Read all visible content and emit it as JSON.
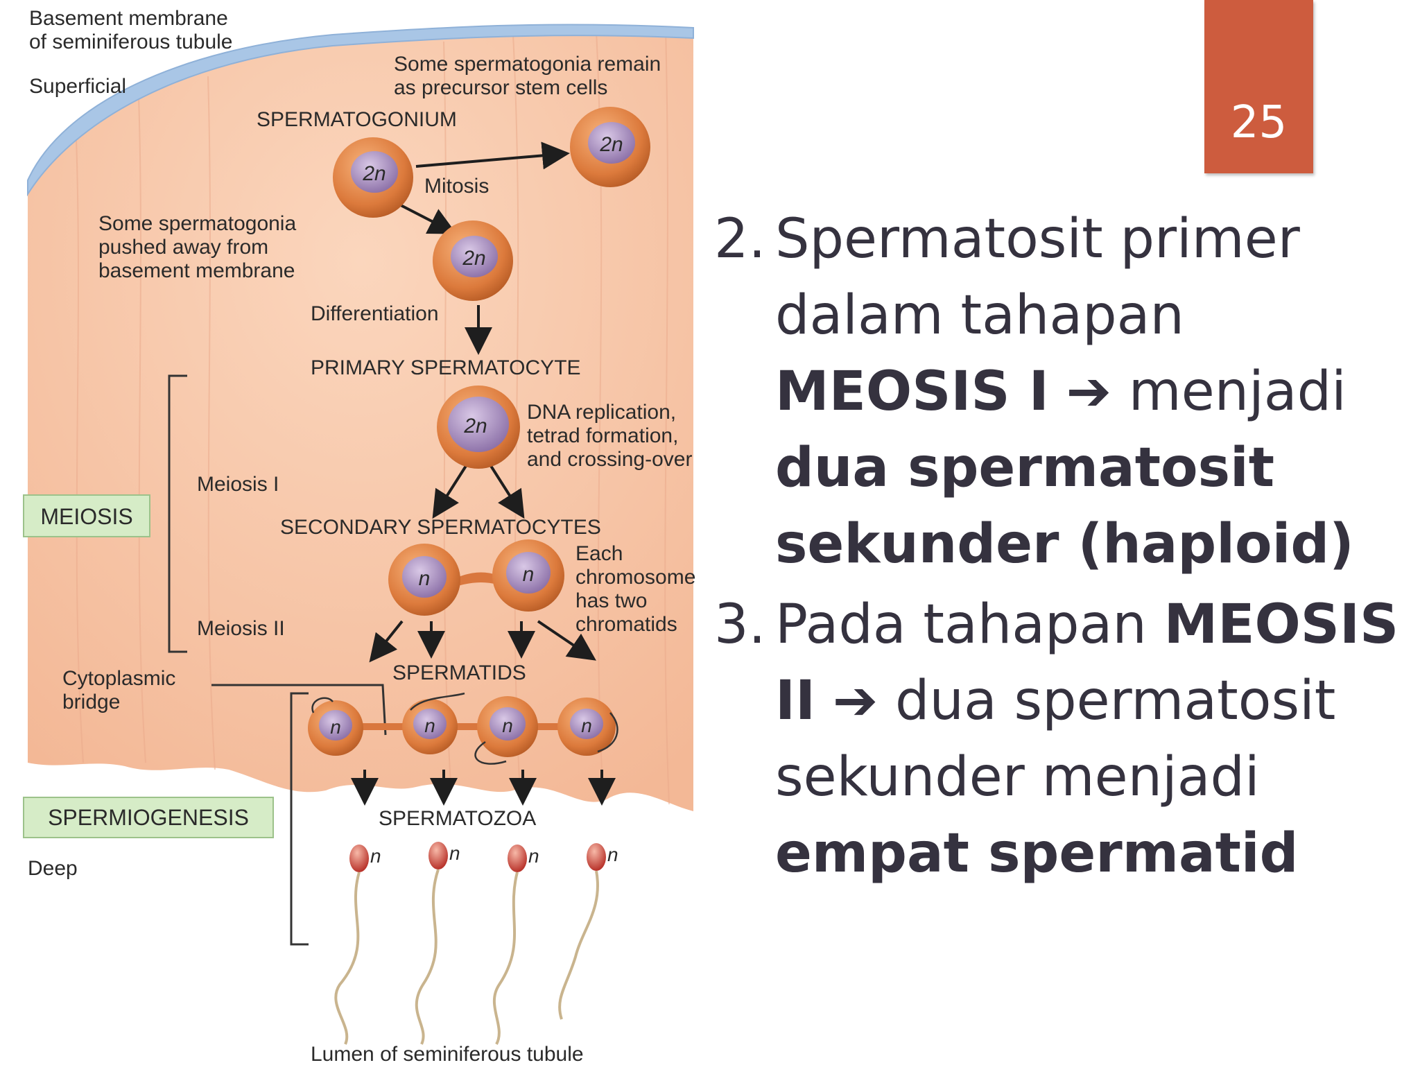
{
  "page_number": "25",
  "labels": {
    "basement_1": "Basement membrane",
    "basement_2": "of seminiferous tubule",
    "superficial": "Superficial",
    "remain_1": "Some spermatogonia remain",
    "remain_2": "as precursor stem cells",
    "spermatogonium": "SPERMATOGONIUM",
    "mitosis": "Mitosis",
    "pushed_1": "Some spermatogonia",
    "pushed_2": "pushed away from",
    "pushed_3": "basement membrane",
    "differentiation": "Differentiation",
    "primary": "PRIMARY SPERMATOCYTE",
    "dna_1": "DNA replication,",
    "dna_2": "tetrad formation,",
    "dna_3": "and crossing-over",
    "meiosis1": "Meiosis I",
    "meiosis": "MEIOSIS",
    "secondary": "SECONDARY SPERMATOCYTES",
    "each_1": "Each",
    "each_2": "chromosome",
    "each_3": "has two",
    "each_4": "chromatids",
    "meiosis2": "Meiosis II",
    "cyto_1": "Cytoplasmic",
    "cyto_2": "bridge",
    "spermatids": "SPERMATIDS",
    "spermiogenesis": "SPERMIOGENESIS",
    "spermatozoa": "SPERMATOZOA",
    "deep": "Deep",
    "lumen": "Lumen of seminiferous tubule",
    "diploid": "2n",
    "haploid": "n"
  },
  "bullets": [
    {
      "num": "2.",
      "t1": "Spermatosit primer dalam tahapan ",
      "b1": "MEOSIS I",
      "t2": " menjadi ",
      "b2": "dua spermatosit sekunder (haploid)"
    },
    {
      "num": "3.",
      "t1": "Pada tahapan ",
      "b1": "MEOSIS II",
      "t2": " dua spermatosit sekunder menjadi ",
      "b2": "empat spermatid"
    }
  ],
  "arrow_icon": "➔",
  "colors": {
    "badge": "#cd5c3e",
    "tissue": "#f8c7a7",
    "cell": "#d9773e",
    "nucleus": "#9e85b6",
    "label_box": "#d6ecc7"
  }
}
